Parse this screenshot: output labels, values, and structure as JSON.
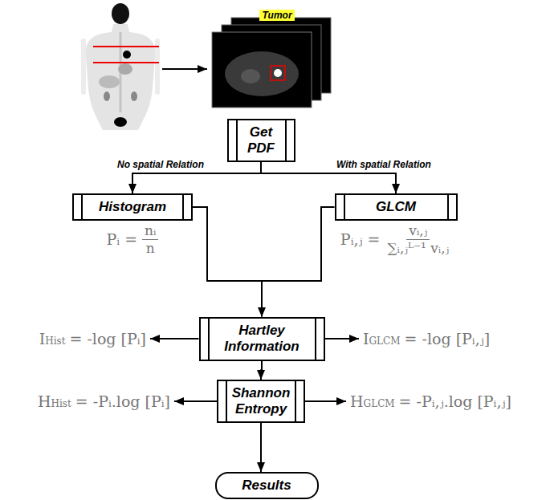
{
  "diagram": {
    "nodes": [
      {
        "text": [
          "Get PDF"
        ]
      },
      {
        "text": [
          "Histogram"
        ]
      },
      {
        "text": [
          "GLCM"
        ]
      },
      {
        "text": [
          "Hartley Information"
        ]
      },
      {
        "text": [
          "Shannon Entropy"
        ]
      },
      {
        "text": [
          "Results"
        ]
      }
    ],
    "edges": [
      {
        "from": 0,
        "to": 1,
        "arrow": "to",
        "label": "No spatial Relation"
      },
      {
        "from": 0,
        "to": 2,
        "arrow": "to",
        "label": "With spatial Relation"
      },
      {
        "from": 1,
        "to": 3,
        "arrow": "to"
      },
      {
        "from": 2,
        "to": 3,
        "arrow": "to"
      },
      {
        "from": 3,
        "to": 4,
        "arrow": "to"
      },
      {
        "from": 4,
        "to": 5,
        "arrow": "to"
      }
    ],
    "labels": [
      "Tumor",
      "Pᵢ =",
      "nᵢ",
      "n",
      "Pᵢ,ⱼ =",
      "vᵢ,ⱼ",
      "∑ᵢ,ⱼᴸ⁻¹ vᵢ,ⱼ",
      "I",
      "Hist",
      "= -log [Pᵢ]",
      "I",
      "GLCM",
      "= -log [Pᵢ,ⱼ]",
      "H",
      "Hist",
      "= -Pᵢ.log [Pᵢ]",
      "H",
      "GLCM",
      "= -Pᵢ,ⱼ.log [Pᵢ,ⱼ]"
    ]
  }
}
